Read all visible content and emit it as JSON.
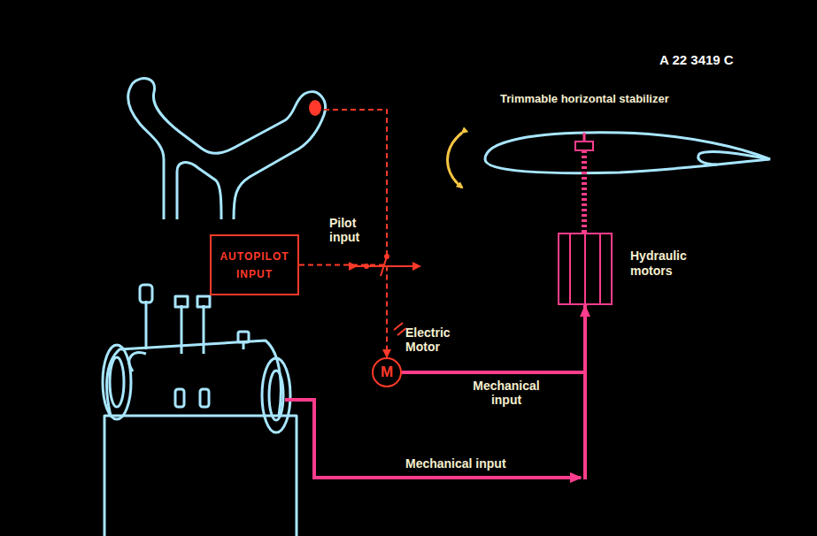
{
  "diagram": {
    "nodes": [
      {
        "text": [
          "AUTOPILOT INPUT"
        ]
      },
      {
        "text": [
          "M",
          "Electric Motor"
        ]
      },
      {
        "text": [
          "Hydraulic motors"
        ]
      }
    ],
    "edges": [
      {
        "from": 0,
        "to": 1,
        "arrow": "to"
      },
      {
        "from": 1,
        "to": 2,
        "label": "Mechanical input",
        "arrow": "to"
      }
    ],
    "labels": [
      "A 22 3419 C",
      "Trimmable horizontal stabilizer",
      "Pilot input",
      "Mechanical input"
    ]
  }
}
